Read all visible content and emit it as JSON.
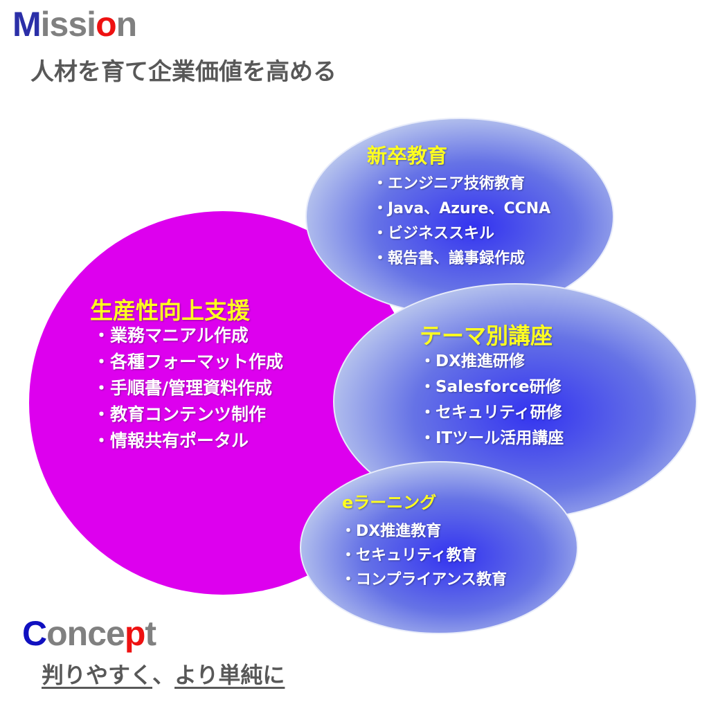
{
  "mission": {
    "heading_parts": [
      {
        "text": "M",
        "color": "#2b2fa8"
      },
      {
        "text": "issi",
        "color": "#808080"
      },
      {
        "text": "o",
        "color": "#ee1111"
      },
      {
        "text": "n",
        "color": "#808080"
      }
    ],
    "statement": "人材を育て企業価値を高める"
  },
  "concept": {
    "heading_parts": [
      {
        "text": "C",
        "color": "#1010c0"
      },
      {
        "text": "once",
        "color": "#808080"
      },
      {
        "text": "p",
        "color": "#ee1111"
      },
      {
        "text": "t",
        "color": "#808080"
      }
    ],
    "statement_parts": [
      "判りやすく",
      "、",
      "より単純に"
    ]
  },
  "circles": {
    "productivity": {
      "title": "生産性向上支援",
      "items": [
        "・業務マニアル作成",
        "・各種フォーマット作成",
        "・手順書/管理資料作成",
        "・教育コンテンツ制作",
        "・情報共有ポータル"
      ],
      "color": "#dd00ee"
    },
    "new_grad": {
      "title": "新卒教育",
      "items": [
        "・エンジニア技術教育",
        "・Java、Azure、CCNA",
        "・ビジネススキル",
        "・報告書、議事録作成"
      ]
    },
    "theme": {
      "title": "テーマ別講座",
      "items": [
        "・DX推進研修",
        "・Salesforce研修",
        "・セキュリティ研修",
        "・ITツール活用講座"
      ]
    },
    "elearning": {
      "title": "eラーニング",
      "items": [
        "・DX推進教育",
        "・セキュリティ教育",
        "・コンプライアンス教育"
      ]
    }
  },
  "colors": {
    "blue_center": "#3a3af2",
    "blue_edge": "#b4c2ea",
    "title_yellow": "#ffff20"
  }
}
